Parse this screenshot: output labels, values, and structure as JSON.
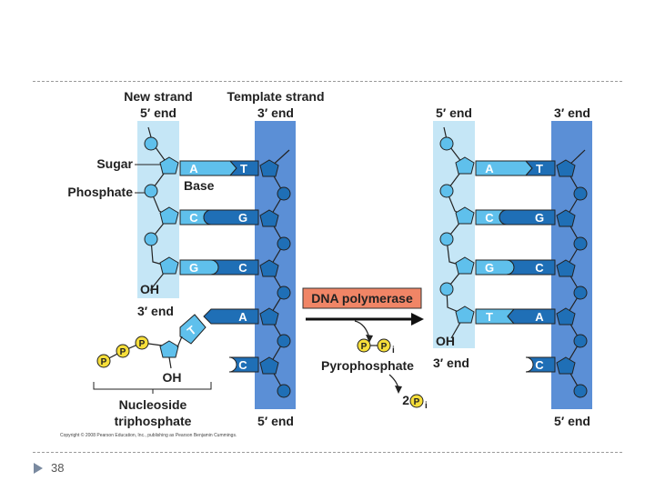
{
  "slide": {
    "number": "38"
  },
  "labels": {
    "new_strand": "New strand",
    "template_strand": "Template strand",
    "five_end": "5′ end",
    "three_end": "3′ end",
    "sugar": "Sugar",
    "phosphate": "Phosphate",
    "base": "Base",
    "oh": "OH",
    "nucleoside": "Nucleoside",
    "triphosphate": "triphosphate",
    "dna_polymerase": "DNA polymerase",
    "pyrophosphate": "Pyrophosphate",
    "copyright": "Copyright © 2008 Pearson Education, Inc., publishing as Pearson Benjamin Cummings."
  },
  "bases": {
    "a": "A",
    "t": "T",
    "g": "G",
    "c": "C",
    "p": "P",
    "pi": "P",
    "sub_i": "i",
    "two": "2"
  },
  "colors": {
    "new_strand_bg": "#c5e6f6",
    "template_bg": "#5b8fd6",
    "light_nucleotide": "#5fc0ec",
    "dark_nucleotide": "#1f6fb6",
    "phosphate_yellow": "#f6de3a",
    "enzyme_box": "#f08566"
  }
}
